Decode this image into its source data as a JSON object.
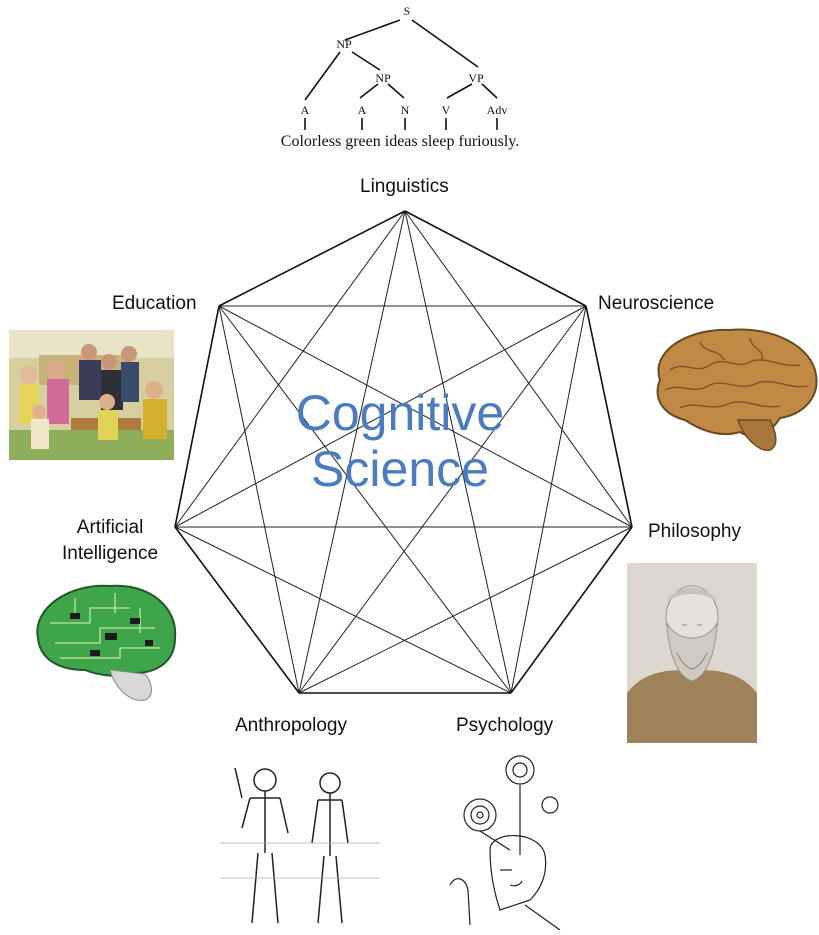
{
  "center": {
    "line1": "Cognitive",
    "line2": "Science"
  },
  "disciplines": [
    {
      "id": "linguistics",
      "label": "Linguistics"
    },
    {
      "id": "neuroscience",
      "label": "Neuroscience"
    },
    {
      "id": "philosophy",
      "label": "Philosophy"
    },
    {
      "id": "psychology",
      "label": "Psychology"
    },
    {
      "id": "anthropology",
      "label": "Anthropology"
    },
    {
      "id": "artificial-intelligence",
      "label_line1": "Artificial",
      "label_line2": "Intelligence"
    },
    {
      "id": "education",
      "label": "Education"
    }
  ],
  "parse_tree": {
    "root": "S",
    "nodes": [
      "NP",
      "NP",
      "VP",
      "A",
      "A",
      "N",
      "V",
      "Adv"
    ],
    "sentence": "Colorless green ideas sleep furiously."
  },
  "colors": {
    "center_text": "#4a7cbf",
    "lines": "#222222"
  }
}
